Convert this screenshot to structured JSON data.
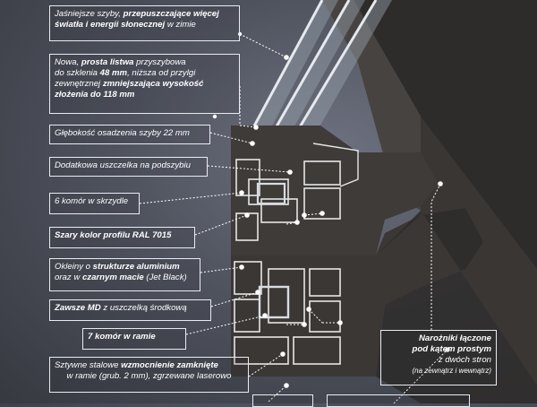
{
  "callouts": {
    "glass": {
      "l1_a": "Jaśniejsze szyby, ",
      "l1_b": "przepuszczające więcej",
      "l2_a": "światła i energii słonecznej",
      "l2_b": " w zimie"
    },
    "bead": {
      "l1_a": "Nowa, ",
      "l1_b": "prosta listwa",
      "l1_c": " przyszybowa",
      "l2_a": "do szklenia ",
      "l2_b": "48 mm",
      "l2_c": ", niższa od przylgi",
      "l3_a": "zewnętrznej  ",
      "l3_b": "zmniejszająca wysokość",
      "l4_a": "złożenia do 118 mm"
    },
    "depth": {
      "text": "Głębokość osadzenia szyby 22 mm"
    },
    "seal": {
      "text": "Dodatkowa uszczelka na podszybiu"
    },
    "sash": {
      "text": "6 komór w skrzydle"
    },
    "gray": {
      "text": "Szary kolor profilu RAL 7015"
    },
    "veneer": {
      "l1_a": "Okleiny o  ",
      "l1_b": "strukturze aluminium",
      "l2_a": "oraz w ",
      "l2_b": "czarnym macie",
      "l2_c": " (Jet Black)"
    },
    "md": {
      "text_a": "Zawsze MD",
      "text_b": " z uszczelką środkową"
    },
    "frame": {
      "text": "7 komór w ramie"
    },
    "steel": {
      "l1_a": "Sztywne stalowe ",
      "l1_b": "wzmocnienie zamknięte",
      "l2_a": "w ramie (grub. 2 mm), zgrzewane laserowo"
    },
    "corners": {
      "l1": "Narożniki łączone",
      "l2": "pod kątem prostym",
      "l3": "z dwóch stron",
      "l4": "(na zewnątrz i wewnątrz)"
    }
  },
  "colors": {
    "profile": "#3f3b39",
    "profile_light": "#5a5654",
    "glass": "#8f98a6",
    "leader": "#ffffff"
  }
}
